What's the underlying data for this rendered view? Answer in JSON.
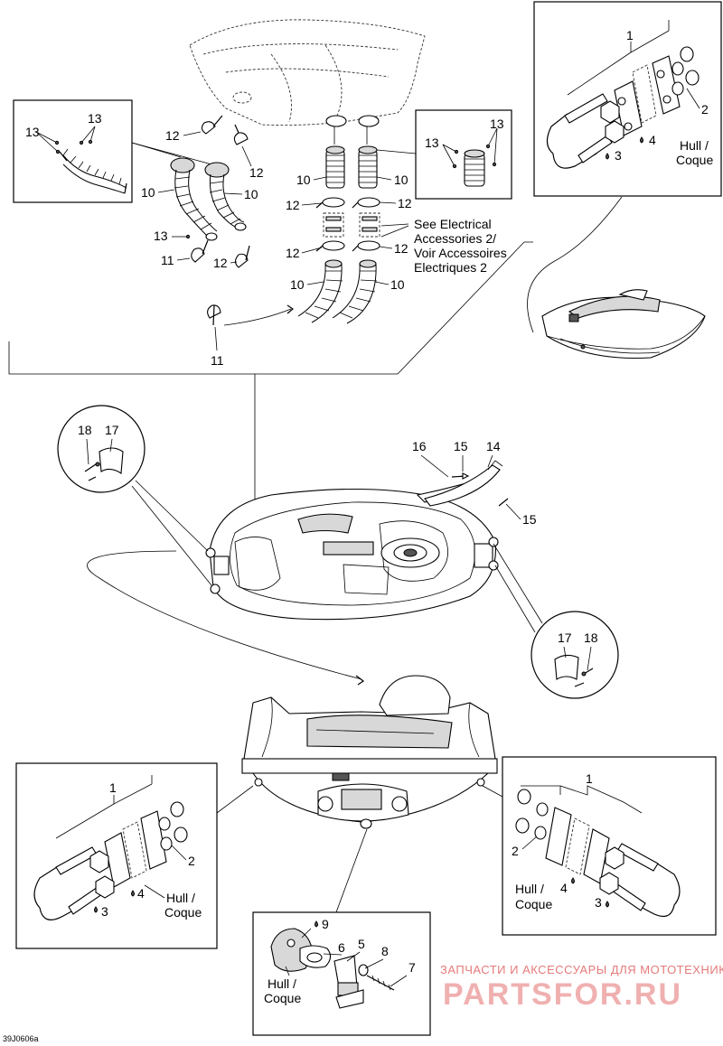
{
  "diagram": {
    "drawing_code": "39J0606a",
    "watermark": {
      "tagline": "ЗАПЧАСТИ И АКСЕССУАРЫ ДЛЯ МОТОТЕХНИКИ",
      "brand": "PARTSFOR.RU"
    },
    "callouts": {
      "p1": "1",
      "p2": "2",
      "p3": "3",
      "p4": "4",
      "p5": "5",
      "p6": "6",
      "p7": "7",
      "p8": "8",
      "p9": "9",
      "p10": "10",
      "p11": "11",
      "p12": "12",
      "p13": "13",
      "p14": "14",
      "p15": "15",
      "p16": "16",
      "p17": "17",
      "p18": "18"
    },
    "notes": {
      "hull": "Hull /",
      "coque": "Coque",
      "see_electrical_1": "See Electrical",
      "see_electrical_2": "Accessories 2/",
      "see_electrical_3": "Voir Accessoires",
      "see_electrical_4": "Electriques 2"
    }
  }
}
